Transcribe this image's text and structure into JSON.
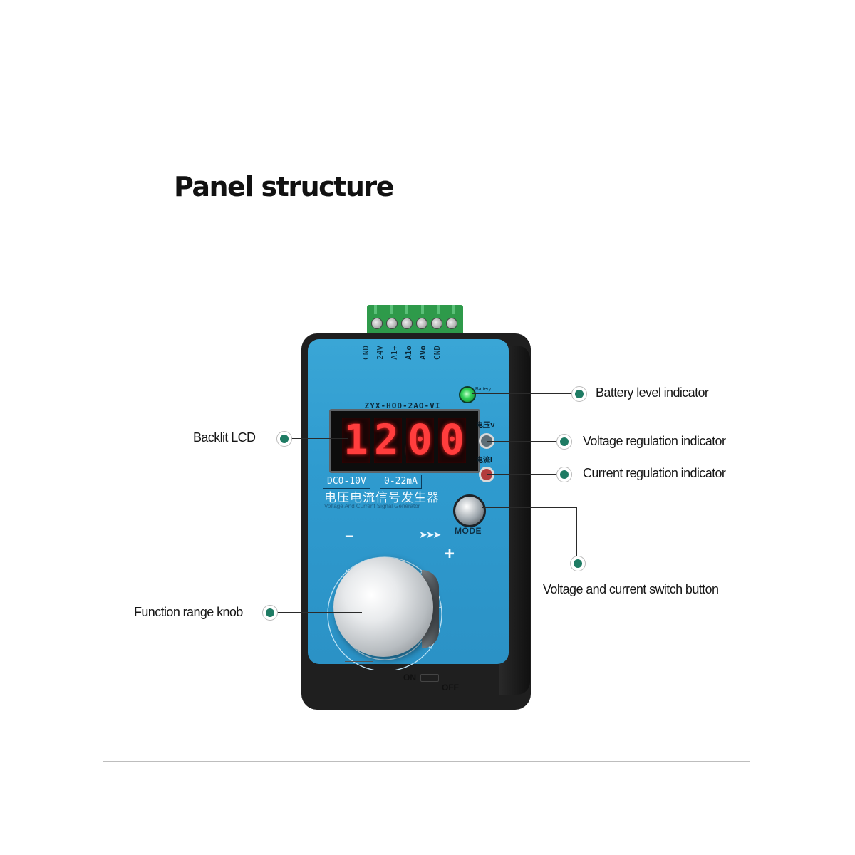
{
  "title": "Panel structure",
  "device": {
    "model": "ZYX-HOD-2AO-VI",
    "pins": [
      "GND",
      "24V",
      "A1+",
      "A1o",
      "AVo",
      "GND"
    ],
    "battery_tag": "Battery",
    "lcd_digits": [
      "1",
      "2.",
      "0",
      "0"
    ],
    "voltage_tag": "电压V",
    "current_tag": "电流I",
    "range_voltage": "DC0-10V",
    "range_current": "0-22mA",
    "subtitle_cn": "电压电流信号发生器",
    "subtitle_en": "Voltage And Current Signal Generator",
    "mode_label": "MODE",
    "minus": "−",
    "plus": "+",
    "on_label": "ON",
    "off_label": "OFF"
  },
  "callouts": {
    "battery": "Battery level indicator",
    "lcd": "Backlit LCD",
    "voltage": "Voltage regulation indicator",
    "current": "Current regulation indicator",
    "mode": "Voltage and current switch button",
    "knob": "Function range knob"
  },
  "colors": {
    "panel_blue": "#2f9bcf",
    "callout_dot": "#1e7b63",
    "lcd_red": "#ff3d3d",
    "terminal_green": "#2e9a4a"
  }
}
